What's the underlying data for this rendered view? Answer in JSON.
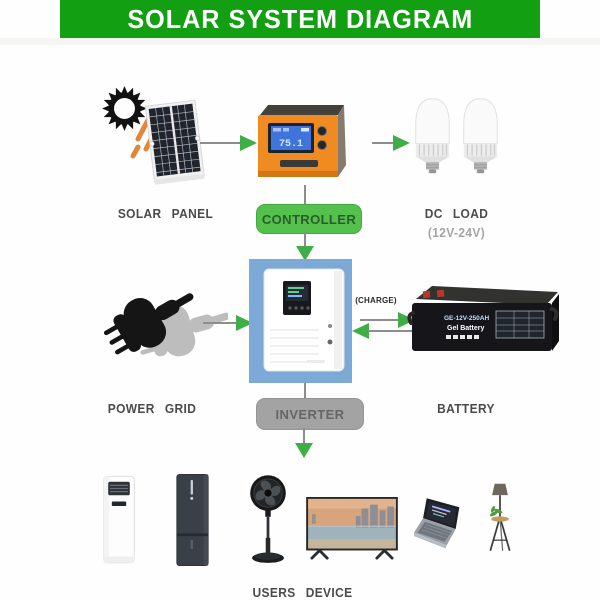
{
  "header": {
    "title": "SOLAR SYSTEM DIAGRAM"
  },
  "nodes": {
    "solar_panel": {
      "label": "SOLAR PANEL"
    },
    "controller": {
      "label": "CONTROLLER",
      "screen_value": "75.1"
    },
    "dc_load": {
      "label": "DC LOAD",
      "sublabel": "(12V-24V)"
    },
    "power_grid": {
      "label": "POWER GRID"
    },
    "inverter": {
      "label": "INVERTER"
    },
    "battery": {
      "label": "BATTERY",
      "charge_label": "(CHARGE)",
      "model_text": "GE-12V-250AH",
      "type_text": "Gel Battery"
    },
    "users_device": {
      "label": "USERS DEVICE",
      "devices": [
        "air-conditioner",
        "refrigerator",
        "pedestal-fan",
        "television",
        "laptop",
        "plant-stand"
      ]
    }
  },
  "colors": {
    "header_green": "#12a012",
    "badge_green": "#54c14d",
    "badge_gray": "#a3a3a3",
    "arrow_green": "#3fae46",
    "line_gray": "#8d8d8d",
    "inverter_blue": "#7da9d6",
    "controller_orange": "#ef8b21",
    "label_gray": "#4b4b4b"
  }
}
